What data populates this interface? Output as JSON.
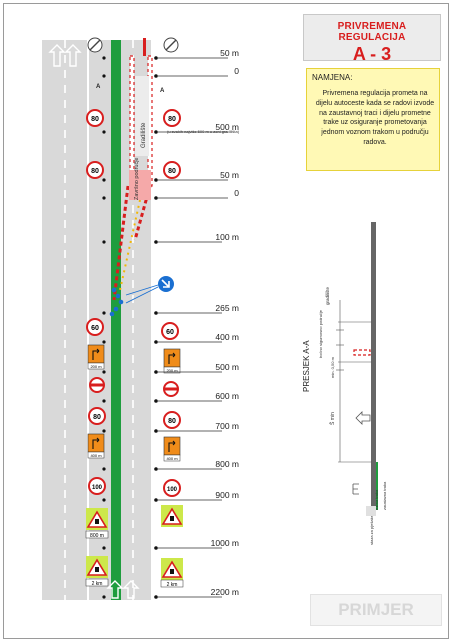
{
  "title": {
    "line1": "PRIVREMENA REGULACIJA",
    "line2": "A - 3"
  },
  "namjena": {
    "heading": "NAMJENA:",
    "body": "Privremena regulacija prometa na dijelu autoceste kada se radovi izvode na zaustavnoj traci i dijelu prometne trake uz osiguranje prometovanja jednom voznom trakom u području radova."
  },
  "stamp": "PRIMJER",
  "distances": [
    "50 m",
    "0",
    "500 m",
    "50 m",
    "0",
    "100 m",
    "265 m",
    "400 m",
    "500 m",
    "600 m",
    "700 m",
    "800 m",
    "900 m",
    "1000 m",
    "2200 m"
  ],
  "section_marker": "A",
  "signs": {
    "speed_80": "80",
    "speed_60": "60",
    "speed_100": "100",
    "plate_200": "200 m",
    "plate_400": "400 m",
    "plate_800": "800 m",
    "plate_2km": "2 km"
  },
  "labels": {
    "gradiliste": "Gradilište",
    "zavrsno_podrucje": "Završno područje",
    "note_500m": "(u svakih najviše 500 m u zoni gradilišta)"
  },
  "section": {
    "title": "PRESJEK A-A",
    "gradiliste": "gradilište",
    "lateral_zone": "bočno sigurnosno područje",
    "min_width": "min. 0,50 m",
    "width_b": "Š min",
    "carriageway": "rubna traka",
    "shoulder": "zaustavna traka",
    "bridge_note": "staza za pješake"
  }
}
